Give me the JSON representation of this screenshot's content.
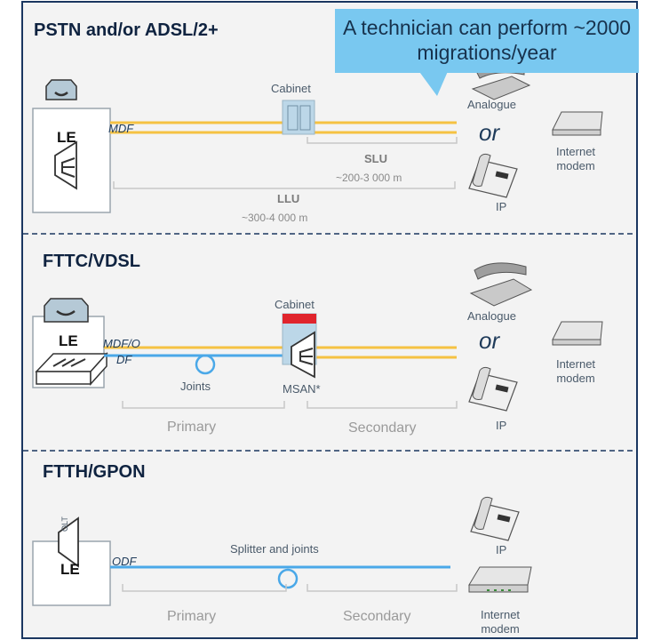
{
  "sections": [
    {
      "title": "PSTN and/or ADSL/2+"
    },
    {
      "title": "FTTC/VDSL"
    },
    {
      "title": "FTTH/GPON"
    }
  ],
  "callout": {
    "text": "A technician can perform ~2000 migrations/year"
  },
  "labels": {
    "le": "LE",
    "or": "or",
    "analogue": "Analogue",
    "ip": "IP",
    "internet_modem": "Internet modem",
    "cabinet": "Cabinet",
    "mdf": "MDF",
    "mdf_o": "MDF/O",
    "df": "DF",
    "odf": "ODF",
    "olt": "OLT",
    "slu": "SLU",
    "slu_range": "~200-3 000 m",
    "llu": "LLU",
    "llu_range": "~300-4 000 m",
    "joints": "Joints",
    "msan": "MSAN*",
    "primary": "Primary",
    "secondary": "Secondary",
    "splitter_joints": "Splitter and joints"
  },
  "colors": {
    "copper_line": "#f5c242",
    "fibre_line": "#4aa8e8",
    "cabinet_fill": "#bcd7e8",
    "msan_top": "#e0242c",
    "callout_fill": "#79c8f0",
    "frame": "#1a3660",
    "section_bg": "#f3f3f3"
  }
}
